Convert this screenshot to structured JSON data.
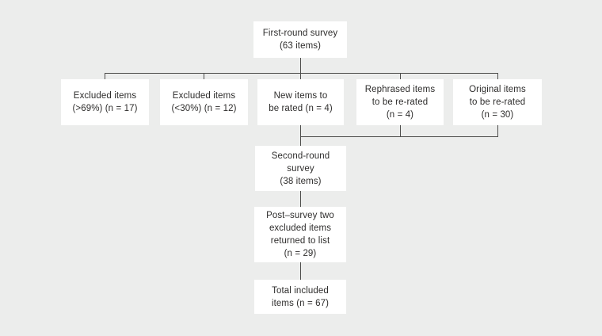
{
  "diagram": {
    "type": "flowchart",
    "colors": {
      "background": "#ecedec",
      "box_bg": "#ffffff",
      "line": "#4d4d4b",
      "text": "#2e2d2c"
    },
    "nodes": {
      "first_round": {
        "label": "First-round survey\n(63 items)"
      },
      "excluded_high": {
        "label": "Excluded items\n(>69%) (n = 17)"
      },
      "excluded_low": {
        "label": "Excluded items\n(<30%) (n = 12)"
      },
      "new_items": {
        "label": "New items to\nbe rated (n = 4)"
      },
      "rephrased_items": {
        "label": "Rephrased items\nto be re-rated\n(n = 4)"
      },
      "original_items": {
        "label": "Original items\nto be re-rated\n(n = 30)"
      },
      "second_round": {
        "label": "Second-round\nsurvey\n(38 items)"
      },
      "post_survey": {
        "label": "Post–survey two\nexcluded items\nreturned to list\n(n = 29)"
      },
      "total_included": {
        "label": "Total included\nitems (n = 67)"
      }
    },
    "edges": [
      {
        "from": "first_round",
        "to": "excluded_high"
      },
      {
        "from": "first_round",
        "to": "excluded_low"
      },
      {
        "from": "first_round",
        "to": "new_items"
      },
      {
        "from": "first_round",
        "to": "rephrased_items"
      },
      {
        "from": "first_round",
        "to": "original_items"
      },
      {
        "from": "new_items",
        "to": "second_round"
      },
      {
        "from": "rephrased_items",
        "to": "second_round"
      },
      {
        "from": "original_items",
        "to": "second_round"
      },
      {
        "from": "second_round",
        "to": "post_survey"
      },
      {
        "from": "post_survey",
        "to": "total_included"
      }
    ]
  }
}
